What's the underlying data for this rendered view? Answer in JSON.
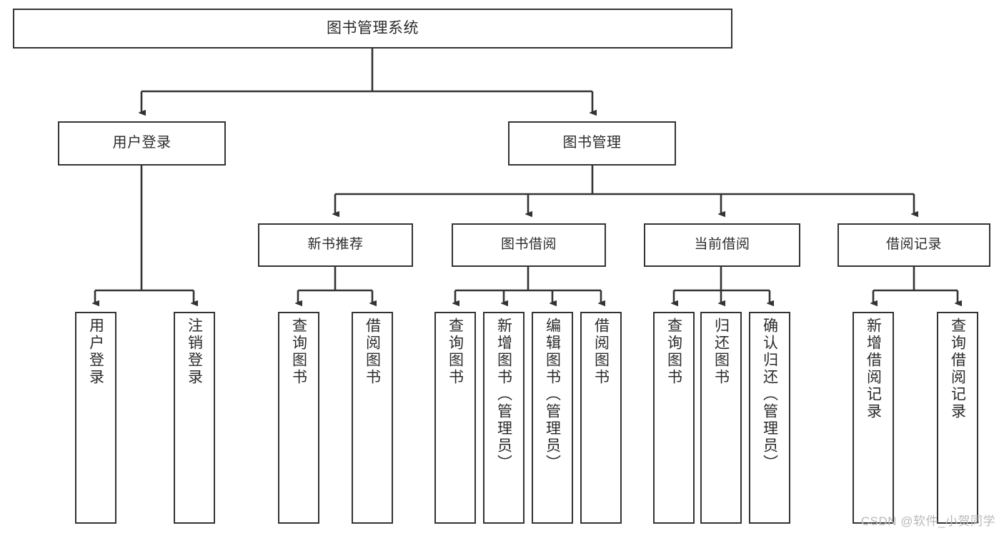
{
  "diagram": {
    "type": "tree-hierarchy",
    "title_node": {
      "label": "图书管理系统"
    },
    "level2": [
      {
        "id": "user-login",
        "label": "用户登录"
      },
      {
        "id": "book-management",
        "label": "图书管理"
      }
    ],
    "level3": [
      {
        "id": "new-book-recommend",
        "label": "新书推荐",
        "parent": "book-management"
      },
      {
        "id": "book-borrow",
        "label": "图书借阅",
        "parent": "book-management"
      },
      {
        "id": "current-borrow",
        "label": "当前借阅",
        "parent": "book-management"
      },
      {
        "id": "borrow-record",
        "label": "借阅记录",
        "parent": "book-management"
      }
    ],
    "leaves": [
      {
        "id": "leaf-user-login",
        "label": "用户登录",
        "parent": "user-login"
      },
      {
        "id": "leaf-logout",
        "label": "注销登录",
        "parent": "user-login"
      },
      {
        "id": "leaf-query-book-1",
        "label": "查询图书",
        "parent": "new-book-recommend"
      },
      {
        "id": "leaf-borrow-book-1",
        "label": "借阅图书",
        "parent": "new-book-recommend"
      },
      {
        "id": "leaf-query-book-2",
        "label": "查询图书",
        "parent": "book-borrow"
      },
      {
        "id": "leaf-add-book",
        "label": "新增图书（管理员）",
        "parent": "book-borrow"
      },
      {
        "id": "leaf-edit-book",
        "label": "编辑图书（管理员）",
        "parent": "book-borrow"
      },
      {
        "id": "leaf-borrow-book-2",
        "label": "借阅图书",
        "parent": "book-borrow"
      },
      {
        "id": "leaf-query-book-3",
        "label": "查询图书",
        "parent": "current-borrow"
      },
      {
        "id": "leaf-return-book",
        "label": "归还图书",
        "parent": "current-borrow"
      },
      {
        "id": "leaf-confirm-return",
        "label": "确认归还（管理员）",
        "parent": "current-borrow"
      },
      {
        "id": "leaf-add-record",
        "label": "新增借阅记录",
        "parent": "borrow-record"
      },
      {
        "id": "leaf-query-record",
        "label": "查询借阅记录",
        "parent": "borrow-record"
      }
    ],
    "watermark": "CSDN @软件_小贺同学",
    "colors": {
      "box_border": "#333333",
      "box_fill": "#ffffff",
      "connector": "#333333",
      "text": "#2b2b2b",
      "watermark": "#b9b9b9"
    }
  }
}
